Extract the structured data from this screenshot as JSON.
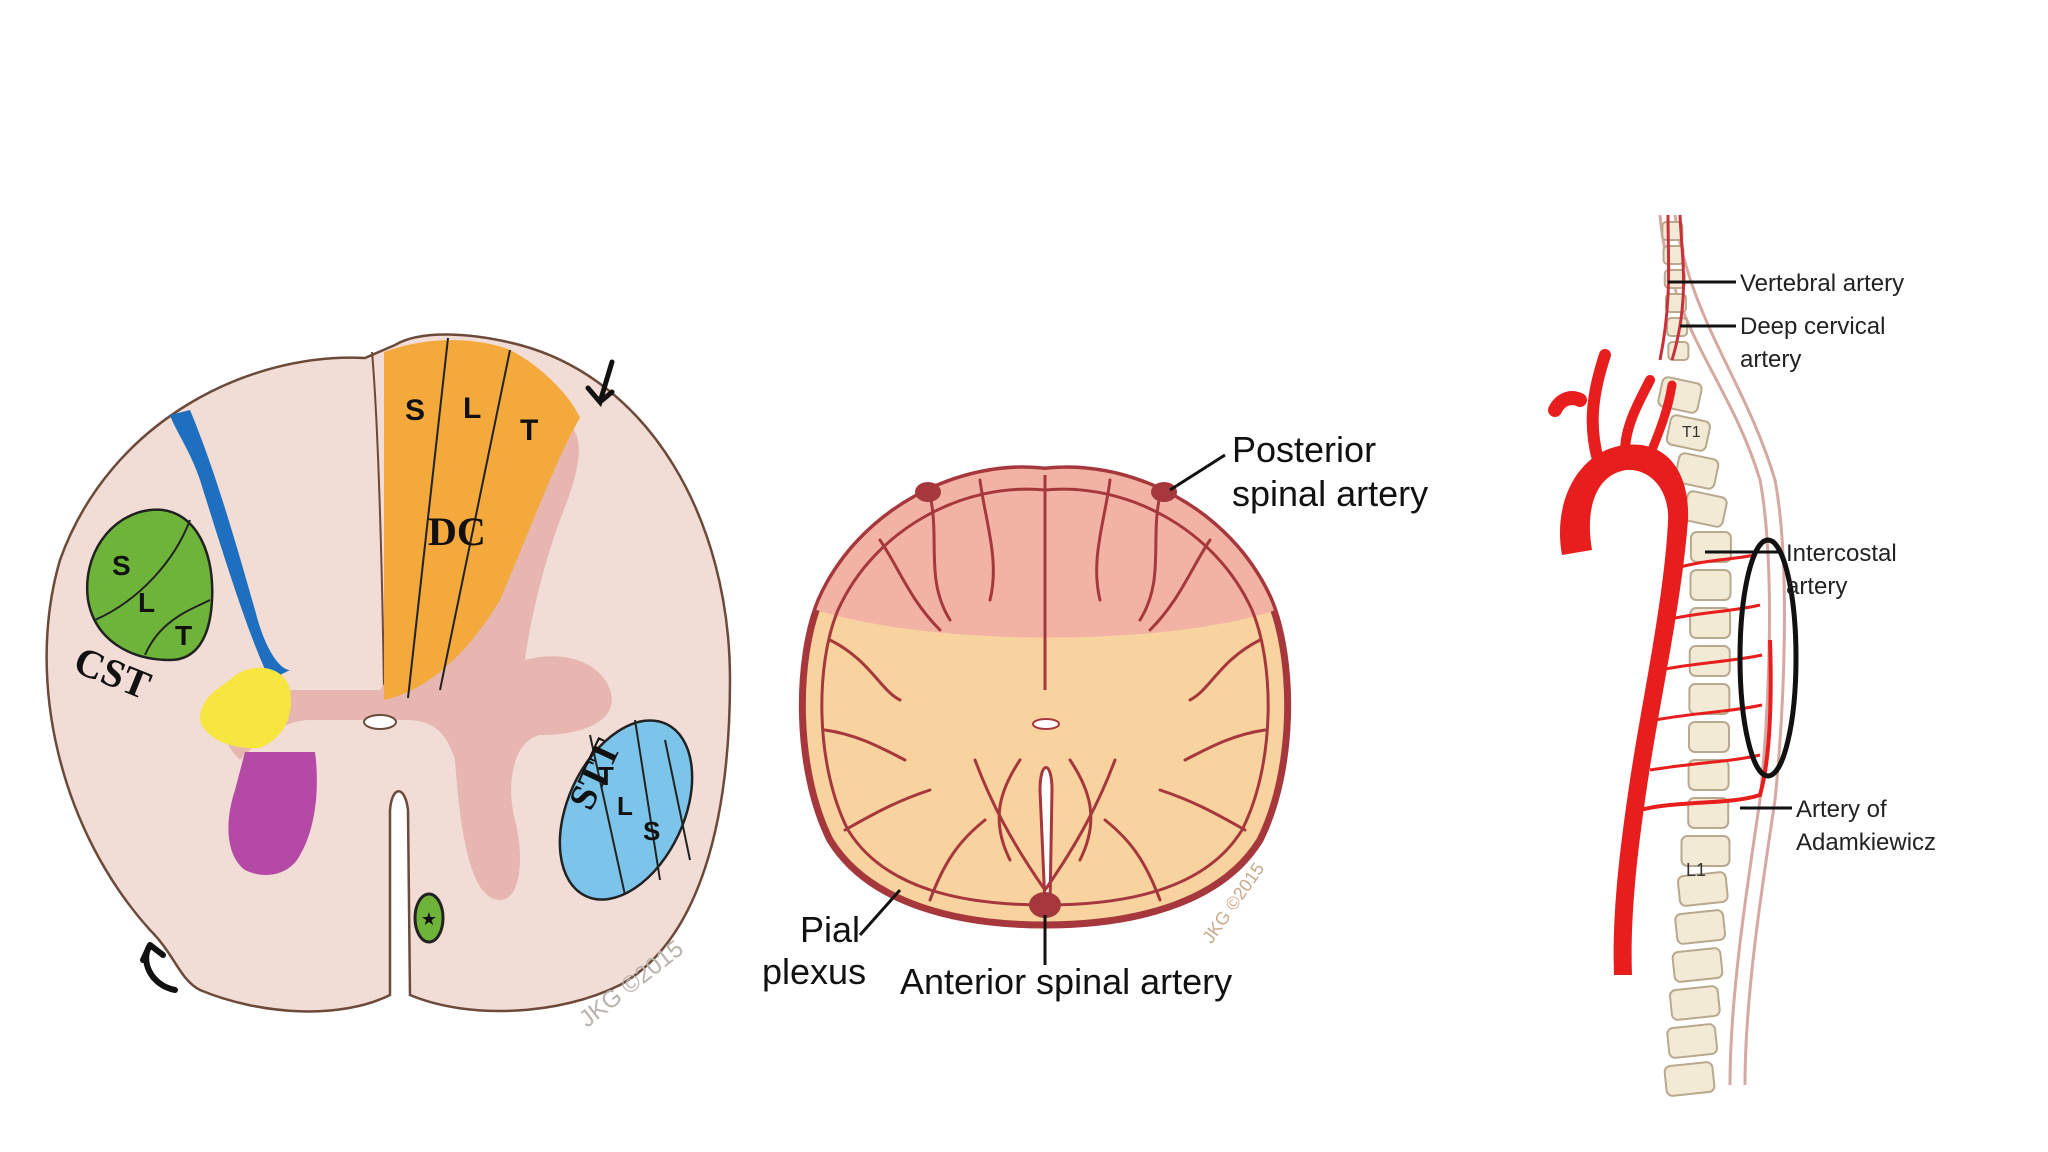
{
  "panels": {
    "cross_section": {
      "tracts": {
        "cst": "CST",
        "dc": "DC",
        "stt": "STT"
      },
      "cst_layers": [
        "S",
        "L",
        "T"
      ],
      "dc_layers": [
        "S",
        "L",
        "T"
      ],
      "stt_layers": [
        "T",
        "L",
        "S"
      ],
      "watermark": "JKG ©2015",
      "colors": {
        "cord": "#f2dcd6",
        "grey_matter": "#e7b6b0",
        "cst": "#6fb43a",
        "dc": "#f4a93c",
        "stt": "#7cc4ea",
        "blue_tract": "#1f6fc0",
        "yellow": "#f7e640",
        "magenta": "#b44aa6"
      }
    },
    "blood_supply": {
      "labels": {
        "posterior_line1": "Posterior",
        "posterior_line2": "spinal artery",
        "pial_line1": "Pial",
        "pial_line2": "plexus",
        "anterior": "Anterior spinal artery"
      },
      "watermark": "JKG ©2015",
      "colors": {
        "posterior_zone": "#f2b3a5",
        "anterior_zone": "#f8d29f",
        "vessel": "#a6383d"
      }
    },
    "aorta": {
      "labels": {
        "vertebral": "Vertebral artery",
        "deep_cervical_line1": "Deep cervical",
        "deep_cervical_line2": "artery",
        "intercostal_line1": "Intercostal",
        "intercostal_line2": "artery",
        "adamkiewicz_line1": "Artery of",
        "adamkiewicz_line2": "Adamkiewicz"
      },
      "vertebra_labels": {
        "t1": "T1",
        "l1": "L1"
      },
      "colors": {
        "aorta": "#e81d1d",
        "vertebra": "#f3ead6"
      }
    }
  }
}
